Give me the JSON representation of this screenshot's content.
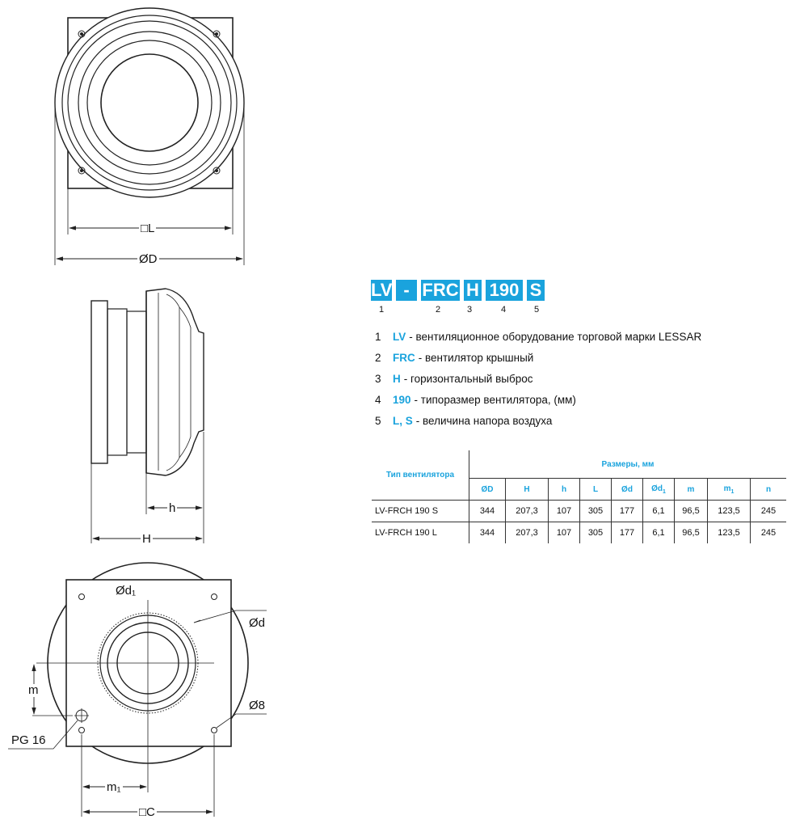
{
  "dimension_labels": {
    "L": "□L",
    "D": "ØD",
    "h": "h",
    "H": "H",
    "d1": "Ød₁",
    "d": "Ød",
    "m": "m",
    "eight": "Ø8",
    "pg16": "PG 16",
    "m1": "m₁",
    "C": "□C"
  },
  "model_code": {
    "segments": [
      "LV",
      "-",
      "FRC",
      "H",
      "190",
      "S"
    ],
    "numbers": [
      "1",
      "2",
      "3",
      "4",
      "5"
    ]
  },
  "legend": [
    {
      "num": "1",
      "key": "LV",
      "text": "- вентиляционное оборудование торговой марки LESSAR"
    },
    {
      "num": "2",
      "key": "FRC",
      "text": "- вентилятор крышный"
    },
    {
      "num": "3",
      "key": "H",
      "text": "- горизонтальный выброс"
    },
    {
      "num": "4",
      "key": "190",
      "text": "- типоразмер вентилятора, (мм)"
    },
    {
      "num": "5",
      "key": "L, S",
      "text": "- величина напора воздуха"
    }
  ],
  "table": {
    "type_header": "Тип вентилятора",
    "group_header": "Размеры, мм",
    "columns": [
      "ØD",
      "H",
      "h",
      "L",
      "Ød",
      "Ød",
      "m",
      "m",
      "n"
    ],
    "column_subs": [
      "",
      "",
      "",
      "",
      "",
      "1",
      "",
      "1",
      ""
    ],
    "rows": [
      {
        "name": "LV-FRCH 190 S",
        "values": [
          "344",
          "207,3",
          "107",
          "305",
          "177",
          "6,1",
          "96,5",
          "123,5",
          "245"
        ]
      },
      {
        "name": "LV-FRCH 190 L",
        "values": [
          "344",
          "207,3",
          "107",
          "305",
          "177",
          "6,1",
          "96,5",
          "123,5",
          "245"
        ]
      }
    ]
  },
  "colors": {
    "accent": "#1aa3dd",
    "line": "#222222"
  }
}
